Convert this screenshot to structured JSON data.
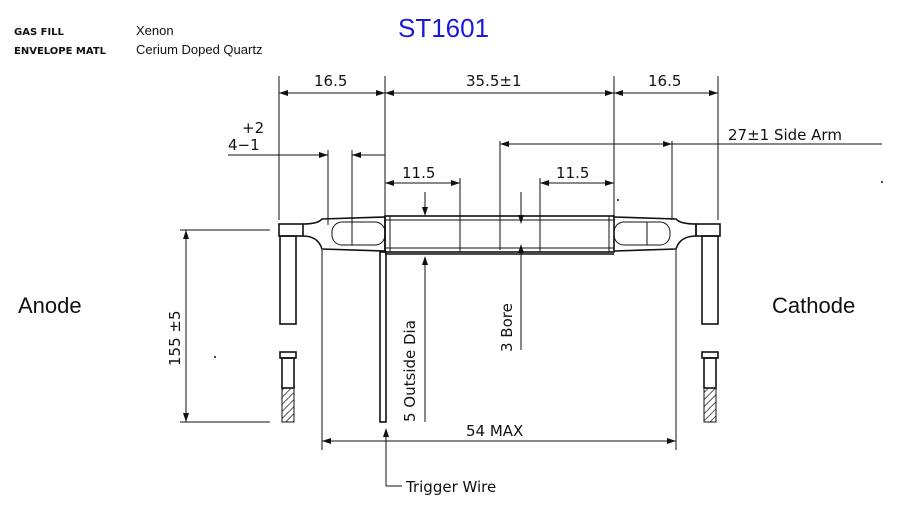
{
  "specs": [
    {
      "label": "GAS FILL",
      "value": "Xenon"
    },
    {
      "label": "ENVELOPE MATL",
      "value": "Cerium Doped Quartz"
    }
  ],
  "title": "ST1601",
  "title_color": "#1a1adc",
  "dimensions": {
    "left_length": "16.5",
    "center_length": "35.5±1",
    "right_length": "16.5",
    "side_arm": "27±1 Side Arm",
    "tol_plus": "+2",
    "tol_base": "4−1",
    "left_inner": "11.5",
    "right_inner": "11.5",
    "outside_dia": "5 Outside Dia",
    "bore": "3 Bore",
    "lead_length": "155 ±5",
    "overall": "54 MAX"
  },
  "labels": {
    "anode": "Anode",
    "cathode": "Cathode",
    "trigger": "Trigger Wire"
  }
}
